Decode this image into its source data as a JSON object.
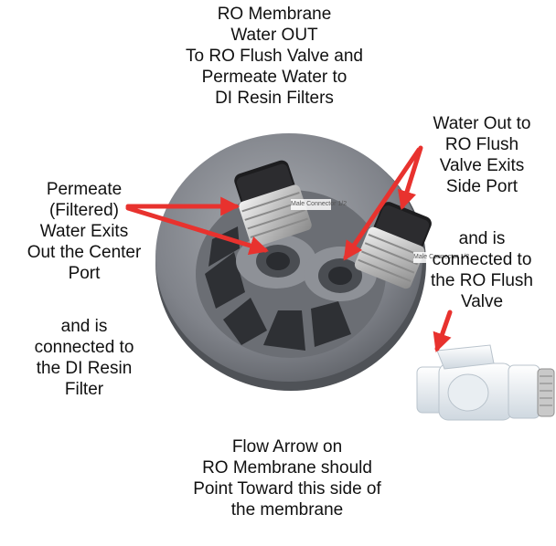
{
  "captions": {
    "top": [
      "RO Membrane",
      "Water OUT",
      "To RO Flush Valve and",
      "Permeate Water to",
      "DI Resin Filters"
    ],
    "left_top": [
      "Permeate",
      "(Filtered)",
      "Water Exits",
      "Out the Center",
      "Port"
    ],
    "left_bottom": [
      "and is",
      "connected to",
      "the DI Resin",
      "Filter"
    ],
    "right_top": [
      "Water Out to",
      "RO Flush",
      "Valve Exits",
      "Side Port"
    ],
    "right_bottom": [
      "and is",
      "connected to",
      "the RO Flush",
      "Valve"
    ],
    "bottom": [
      "Flow Arrow on",
      "RO Membrane should",
      "Point Toward this side of",
      "the membrane"
    ]
  },
  "fitting_labels": {
    "left": "Male Connector 1/2",
    "right": "Male Connector 1/2"
  },
  "colors": {
    "arrow": "#e8322e",
    "housing": "#7b7e84",
    "text": "#111111"
  },
  "icons": {
    "membrane_end_cap": "membrane-end-cap-photo",
    "center_fitting": "push-fit-connector-photo",
    "side_fitting": "push-fit-connector-photo",
    "flush_valve": "ball-valve-photo"
  }
}
